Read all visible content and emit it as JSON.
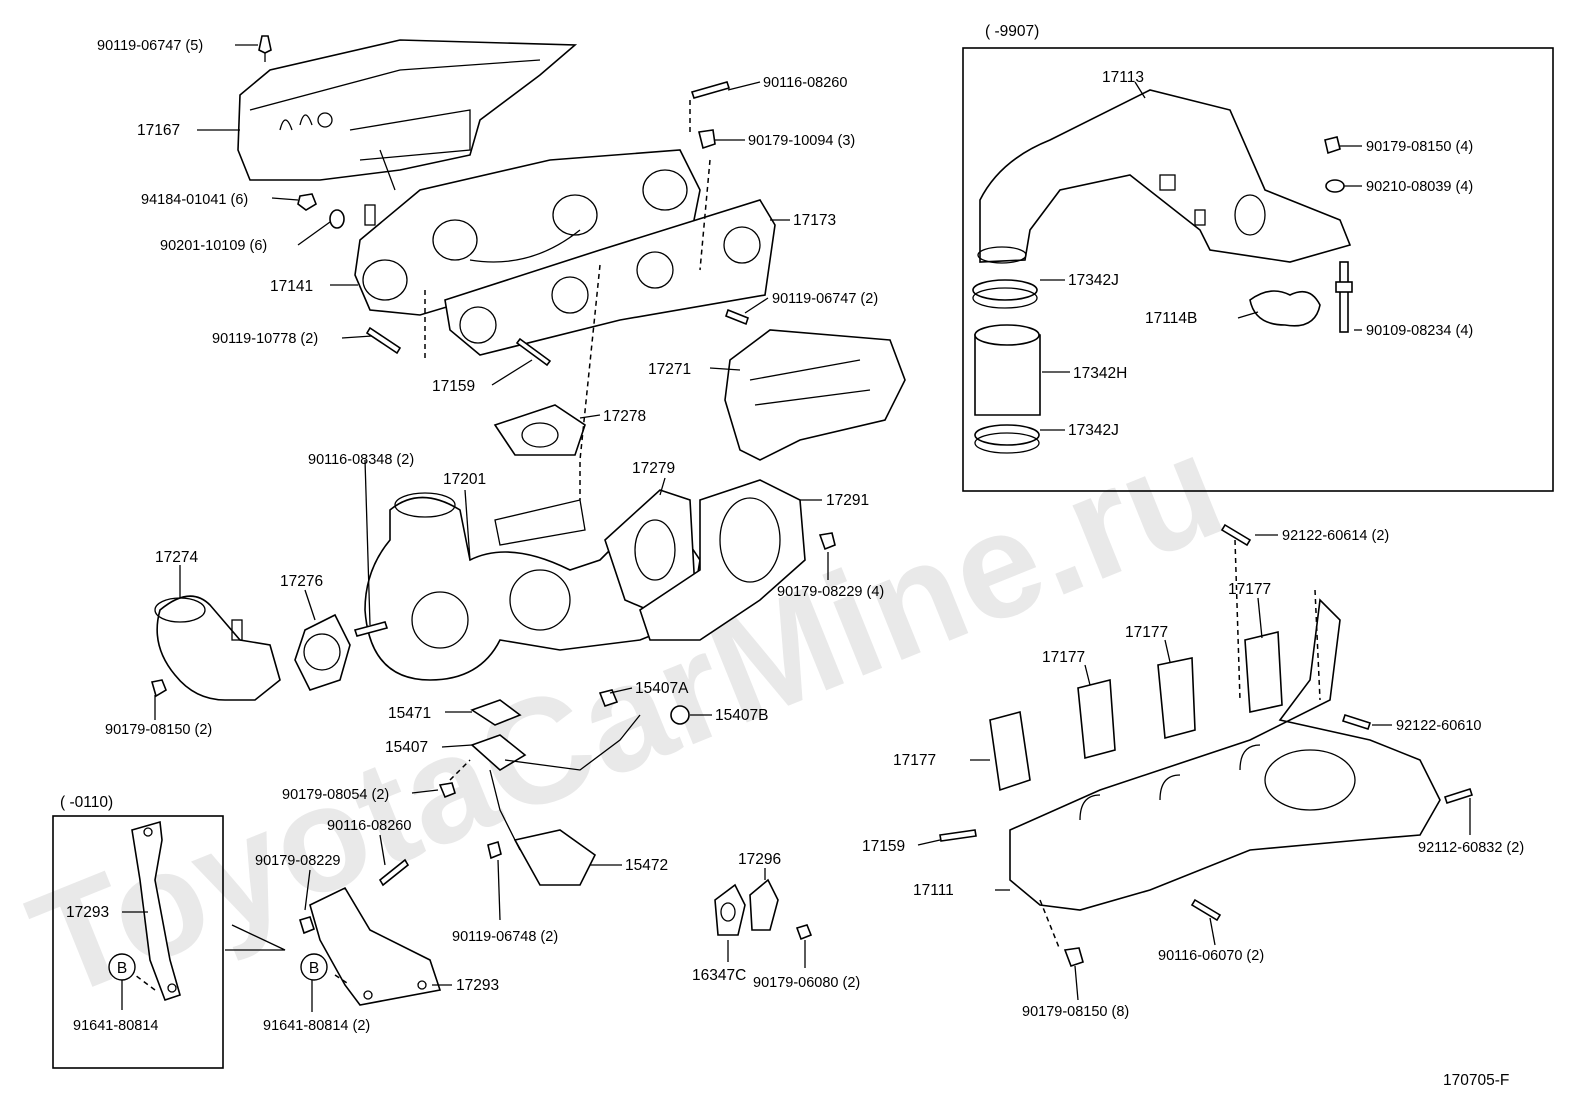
{
  "watermark": "ToyotaCarMine.ru",
  "diagram_code": "170705-F",
  "inset_top": {
    "header": "(      -9907)"
  },
  "inset_bottom": {
    "header": "(      -0110)"
  },
  "callout_letter": "B",
  "labels": {
    "p90119_06747_5": "90119-06747 (5)",
    "p17167": "17167",
    "p94184_01041_6": "94184-01041 (6)",
    "p90201_10109_6": "90201-10109 (6)",
    "p17141": "17141",
    "p90119_10778_2": "90119-10778 (2)",
    "p17159a": "17159",
    "p90116_08260a": "90116-08260",
    "p90179_10094_3": "90179-10094 (3)",
    "p17173": "17173",
    "p90119_06747_2": "90119-06747 (2)",
    "p17271": "17271",
    "p17278": "17278",
    "p90116_08348_2": "90116-08348 (2)",
    "p17201": "17201",
    "p17279": "17279",
    "p17291": "17291",
    "p90179_08229_4": "90179-08229 (4)",
    "p17274": "17274",
    "p17276": "17276",
    "p90179_08150_2": "90179-08150 (2)",
    "p15407A": "15407A",
    "p15407B": "15407B",
    "p15471": "15471",
    "p15407": "15407",
    "p90179_08054_2": "90179-08054 (2)",
    "p90116_08260b": "90116-08260",
    "p90179_08229": "90179-08229",
    "p15472": "15472",
    "p90119_06748_2": "90119-06748 (2)",
    "p17296": "17296",
    "p16347C": "16347C",
    "p90179_06080_2": "90179-06080 (2)",
    "p17293a": "17293",
    "p91641_80814": "91641-80814",
    "p17293b": "17293",
    "p91641_80814_2": "91641-80814 (2)",
    "p17113": "17113",
    "p90179_08150_4": "90179-08150 (4)",
    "p90210_08039_4": "90210-08039 (4)",
    "p17342Ja": "17342J",
    "p17114B": "17114B",
    "p90109_08234_4": "90109-08234 (4)",
    "p17342H": "17342H",
    "p17342Jb": "17342J",
    "p92122_60614_2": "92122-60614 (2)",
    "p17177a": "17177",
    "p17177b": "17177",
    "p17177c": "17177",
    "p17177d": "17177",
    "p92122_60610": "92122-60610",
    "p17159b": "17159",
    "p17111": "17111",
    "p92112_60832_2": "92112-60832 (2)",
    "p90116_06070_2": "90116-06070 (2)",
    "p90179_08150_8": "90179-08150 (8)"
  }
}
